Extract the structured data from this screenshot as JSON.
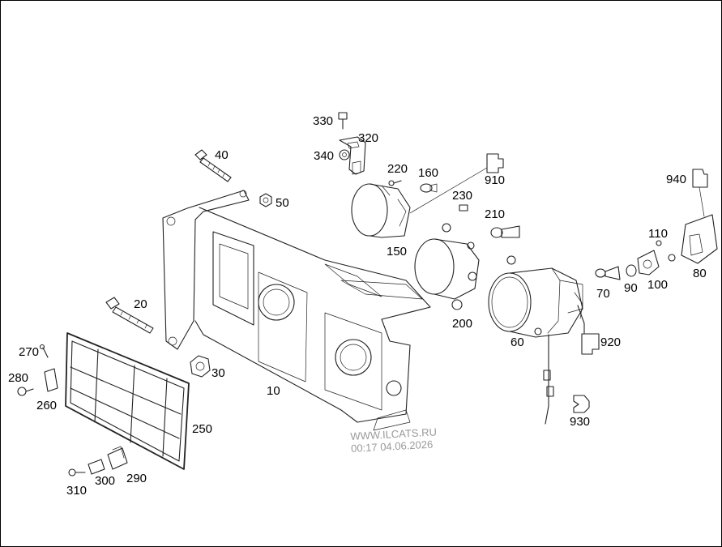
{
  "callouts": {
    "c10": "10",
    "c20": "20",
    "c30": "30",
    "c40": "40",
    "c50": "50",
    "c60": "60",
    "c70": "70",
    "c80": "80",
    "c90": "90",
    "c100": "100",
    "c110": "110",
    "c150": "150",
    "c160": "160",
    "c200": "200",
    "c210": "210",
    "c220": "220",
    "c230": "230",
    "c250": "250",
    "c260": "260",
    "c270": "270",
    "c280": "280",
    "c290": "290",
    "c300": "300",
    "c310": "310",
    "c320": "320",
    "c330": "330",
    "c340": "340",
    "c910": "910",
    "c920": "920",
    "c930": "930",
    "c940": "940"
  },
  "watermark": {
    "site": "WWW.ILCATS.RU",
    "timestamp": "00:17 04.06.2026"
  }
}
